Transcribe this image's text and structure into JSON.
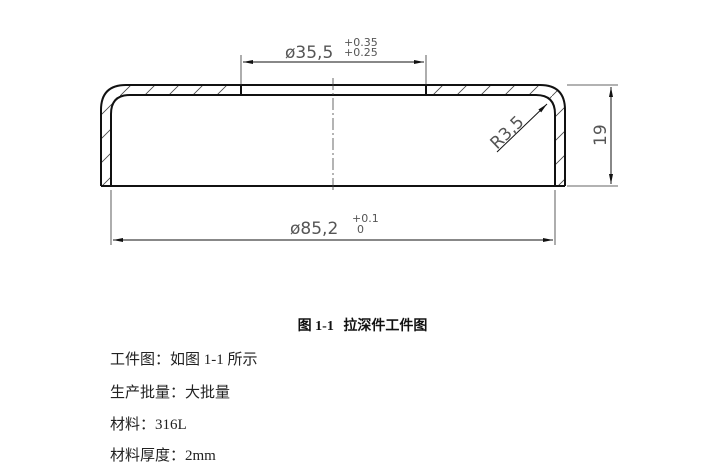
{
  "drawing": {
    "top_hole_dimension": {
      "symbol": "ø",
      "value": "35,5",
      "tol_upper": "+0.35",
      "tol_lower": "+0.25"
    },
    "outer_diameter_dimension": {
      "symbol": "ø",
      "value": "85,2",
      "tol_upper": "+0.1",
      "tol_lower": "0"
    },
    "radius_dimension": "R3,5",
    "height_dimension": "19"
  },
  "caption": {
    "figure_number": "图 1-1",
    "title": "拉深件工件图"
  },
  "specs": [
    {
      "label": "工件图：",
      "value": "如图 1-1 所示"
    },
    {
      "label": "生产批量：",
      "value": "大批量"
    },
    {
      "label": "材料：",
      "value": "316L"
    },
    {
      "label": "材料厚度：",
      "value": "2mm"
    }
  ]
}
